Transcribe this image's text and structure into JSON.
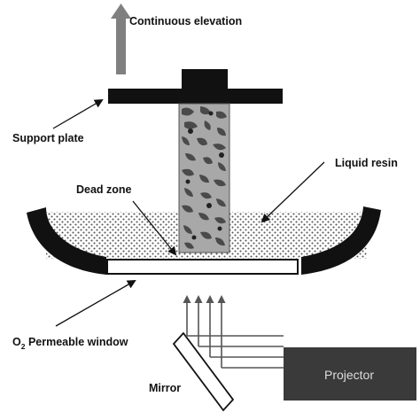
{
  "labels": {
    "elevation": "Continuous elevation",
    "support_plate": "Support plate",
    "liquid_resin": "Liquid resin",
    "dead_zone": "Dead zone",
    "o2_prefix": "O",
    "o2_subscript": "2",
    "o2_suffix": " Permeable window",
    "mirror": "Mirror",
    "projector": "Projector"
  },
  "colors": {
    "ink": "#111111",
    "elevation_arrow": "#808080",
    "projector_box": "#3a3a3a",
    "light_rays": "#555555",
    "resin_dots": "#555555"
  }
}
